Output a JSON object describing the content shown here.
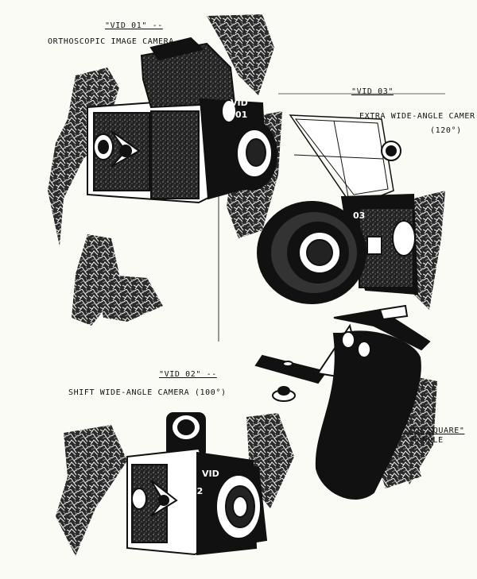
{
  "captions": {
    "vid01": {
      "code": "\"VID 01\" --",
      "title": "ORTHOSCOPIC IMAGE CAMERA"
    },
    "vid03": {
      "code": "\"VID 03\"",
      "title": "EXTRA WIDE-ANGLE CAMER",
      "angle": "(120°)"
    },
    "vid02": {
      "code": "\"VID 02\" --",
      "title": "SHIFT WIDE-ANGLE CAMERA (100°)"
    },
    "handle": {
      "code": "\"VID SQUARE\"",
      "title": "HANDLE"
    }
  },
  "engravings": {
    "vid01_body": "VID",
    "vid01_num": "01",
    "vid03_num": "03",
    "vid02_body": "VID",
    "vid02_num": "02"
  }
}
